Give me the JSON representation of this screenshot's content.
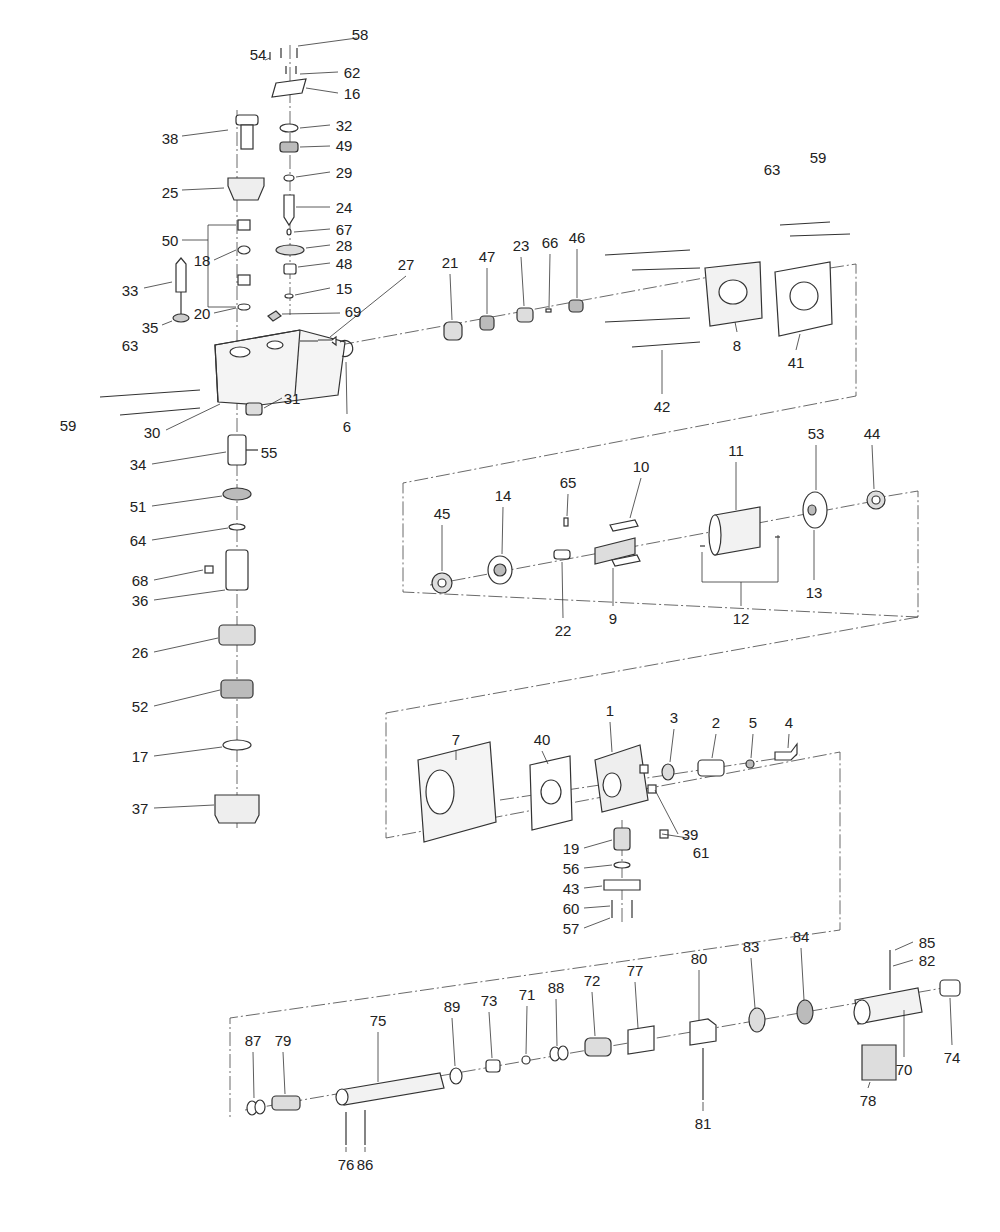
{
  "diagram": {
    "labels": [
      "58",
      "54",
      "62",
      "16",
      "38",
      "32",
      "49",
      "29",
      "25",
      "24",
      "67",
      "28",
      "50",
      "18",
      "48",
      "33",
      "15",
      "35",
      "20",
      "69",
      "63",
      "59",
      "30",
      "31",
      "6",
      "27",
      "21",
      "47",
      "23",
      "66",
      "46",
      "63",
      "59",
      "8",
      "41",
      "42",
      "34",
      "55",
      "51",
      "64",
      "68",
      "36",
      "26",
      "52",
      "17",
      "37",
      "45",
      "14",
      "65",
      "10",
      "11",
      "53",
      "44",
      "22",
      "9",
      "12",
      "13",
      "1",
      "3",
      "2",
      "5",
      "4",
      "7",
      "40",
      "39",
      "61",
      "19",
      "56",
      "43",
      "60",
      "57",
      "85",
      "82",
      "74",
      "70",
      "78",
      "87",
      "79",
      "75",
      "89",
      "73",
      "71",
      "88",
      "72",
      "77",
      "80",
      "83",
      "84",
      "81",
      "76",
      "86"
    ]
  }
}
